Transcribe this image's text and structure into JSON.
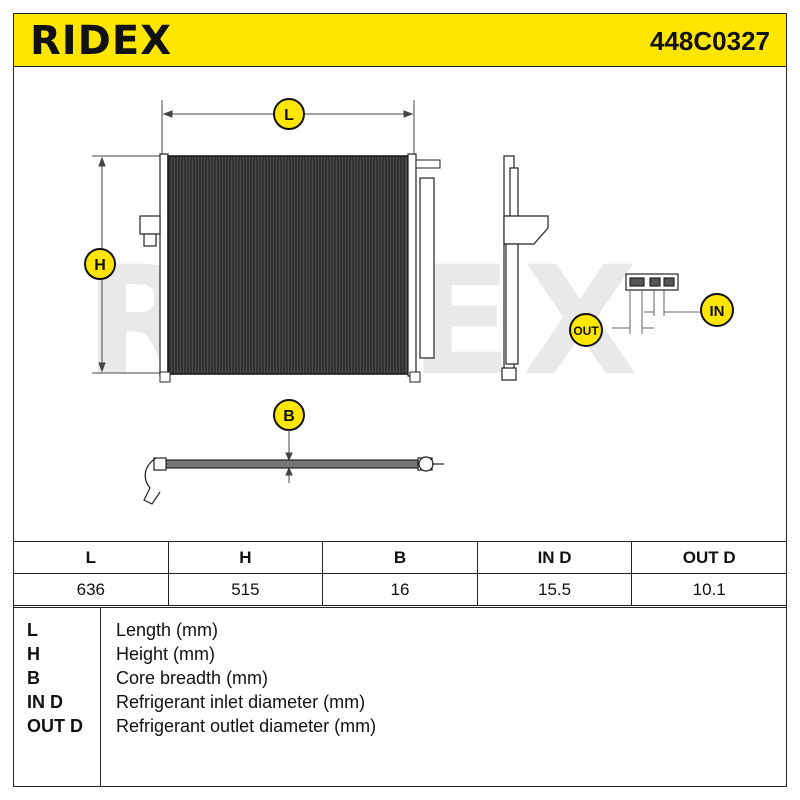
{
  "header": {
    "brand": "RIDEX",
    "part_number": "448C0327",
    "colors": {
      "accent": "#ffe600",
      "ink": "#111111",
      "watermark": "#e6e6e6"
    }
  },
  "diagram": {
    "labels": {
      "length": "L",
      "height": "H",
      "breadth": "B",
      "inlet": "IN",
      "outlet": "OUT"
    },
    "watermark": "RIDEX"
  },
  "dimensions": {
    "headers": [
      "L",
      "H",
      "B",
      "IN D",
      "OUT D"
    ],
    "values": [
      "636",
      "515",
      "16",
      "15.5",
      "10.1"
    ]
  },
  "legend": [
    {
      "abbr": "L",
      "desc": "Length (mm)"
    },
    {
      "abbr": "H",
      "desc": "Height (mm)"
    },
    {
      "abbr": "B",
      "desc": "Core breadth (mm)"
    },
    {
      "abbr": "IN D",
      "desc": "Refrigerant inlet diameter (mm)"
    },
    {
      "abbr": "OUT D",
      "desc": "Refrigerant outlet diameter (mm)"
    }
  ]
}
